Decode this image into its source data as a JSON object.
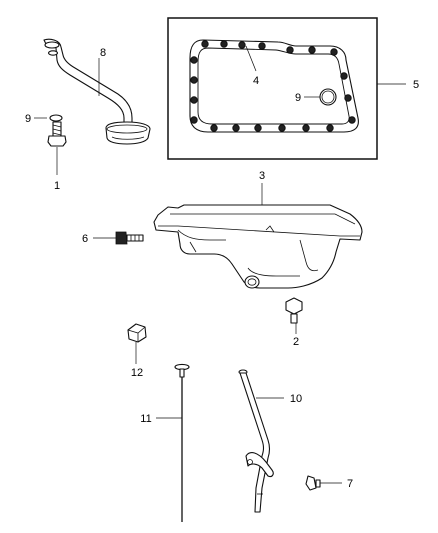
{
  "callouts": {
    "c1": "1",
    "c2": "2",
    "c3": "3",
    "c4": "4",
    "c5": "5",
    "c6": "6",
    "c7": "7",
    "c8": "8",
    "c9a": "9",
    "c9b": "9",
    "c10": "10",
    "c11": "11",
    "c12": "12"
  }
}
